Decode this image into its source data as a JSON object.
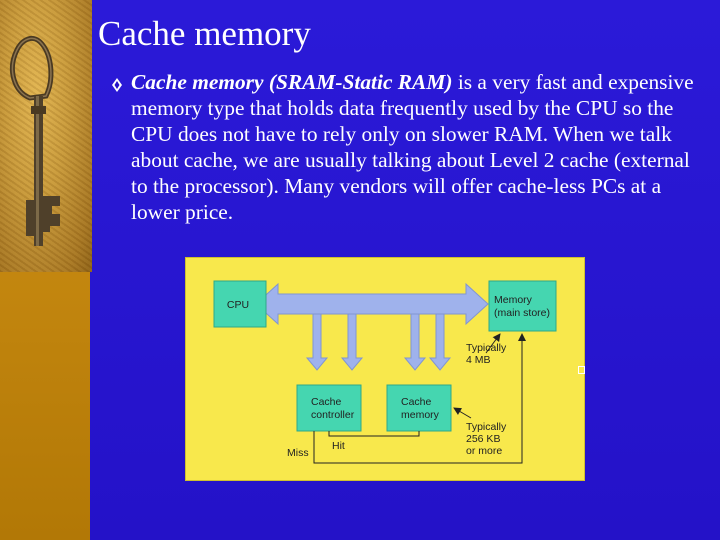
{
  "slide": {
    "title": "Cache memory",
    "bullet": {
      "emphasis": "Cache memory (SRAM-Static RAM)",
      "text": " is a very fast and expensive memory type that holds data frequently used by the CPU so the CPU does not have to rely only on slower RAM. When we talk about cache, we are usually talking about Level 2 cache (external to the processor). Many vendors will offer cache-less PCs at a lower price."
    }
  },
  "diagram": {
    "cpu_label": "CPU",
    "memory_label_line1": "Memory",
    "memory_label_line2": "(main store)",
    "typically_mem_line1": "Typically",
    "typically_mem_line2": "4 MB",
    "cache_controller_line1": "Cache",
    "cache_controller_line2": "controller",
    "cache_memory_line1": "Cache",
    "cache_memory_line2": "memory",
    "typically_cache_line1": "Typically",
    "typically_cache_line2": "256 KB",
    "typically_cache_line3": "or more",
    "hit_label": "Hit",
    "miss_label": "Miss"
  },
  "colors": {
    "slide_bg": "#2412c8",
    "gold_band": "#c58810",
    "figure_bg": "#f8e84c",
    "box_fill": "#45d6b0",
    "bus_fill": "#9fb2ec"
  }
}
